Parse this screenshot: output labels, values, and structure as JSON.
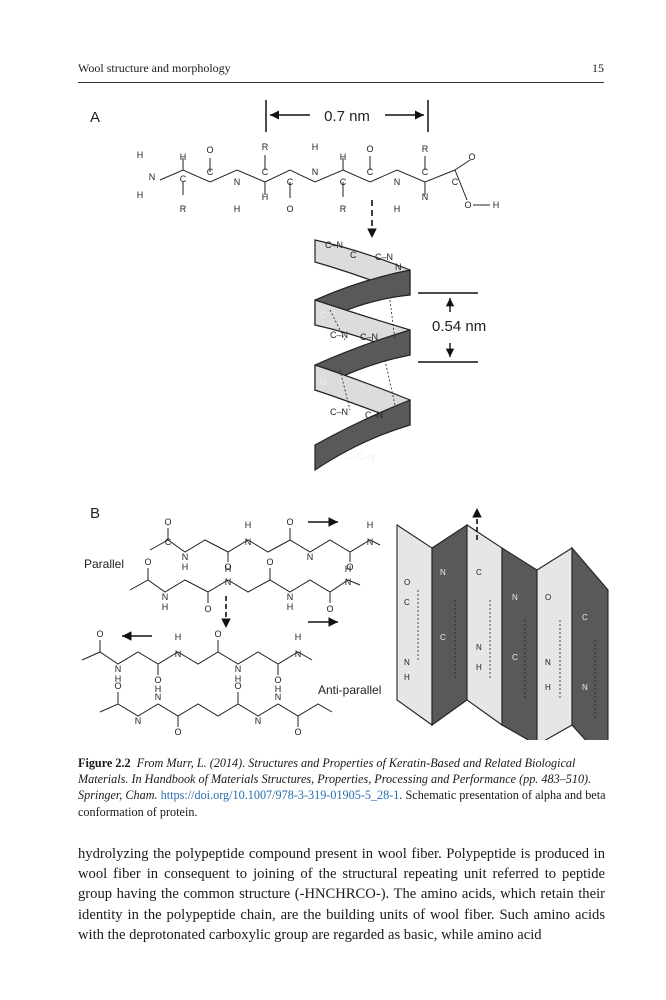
{
  "header": {
    "running_title": "Wool structure and morphology",
    "page_number": "15"
  },
  "figure": {
    "panel_a": "A",
    "panel_b": "B",
    "dim_residue": "0.7 nm",
    "dim_pitch": "0.54 nm",
    "label_parallel": "Parallel",
    "label_antiparallel": "Anti-parallel"
  },
  "caption": {
    "label": "Figure 2.2",
    "source": "From Murr, L. (2014). Structures and Properties of Keratin-Based and Related Biological Materials. In Handbook of Materials Structures, Properties, Processing and Performance (pp. 483–510). Springer, Cham.",
    "link": "https://doi.org/10.1007/978-3-319-01905-5_28-1",
    "description": ". Schematic presentation of alpha and beta conformation of protein."
  },
  "body": {
    "paragraph": "hydrolyzing the polypeptide compound present in wool fiber. Polypeptide is produced in wool fiber in consequent to joining of the structural repeating unit referred to peptide group having the common structure (-HNCHRCO-). The amino acids, which retain their identity in the polypeptide chain, are the building units of wool fiber. Such amino acids with the deprotonated carboxylic group are regarded as basic, while amino acid"
  }
}
